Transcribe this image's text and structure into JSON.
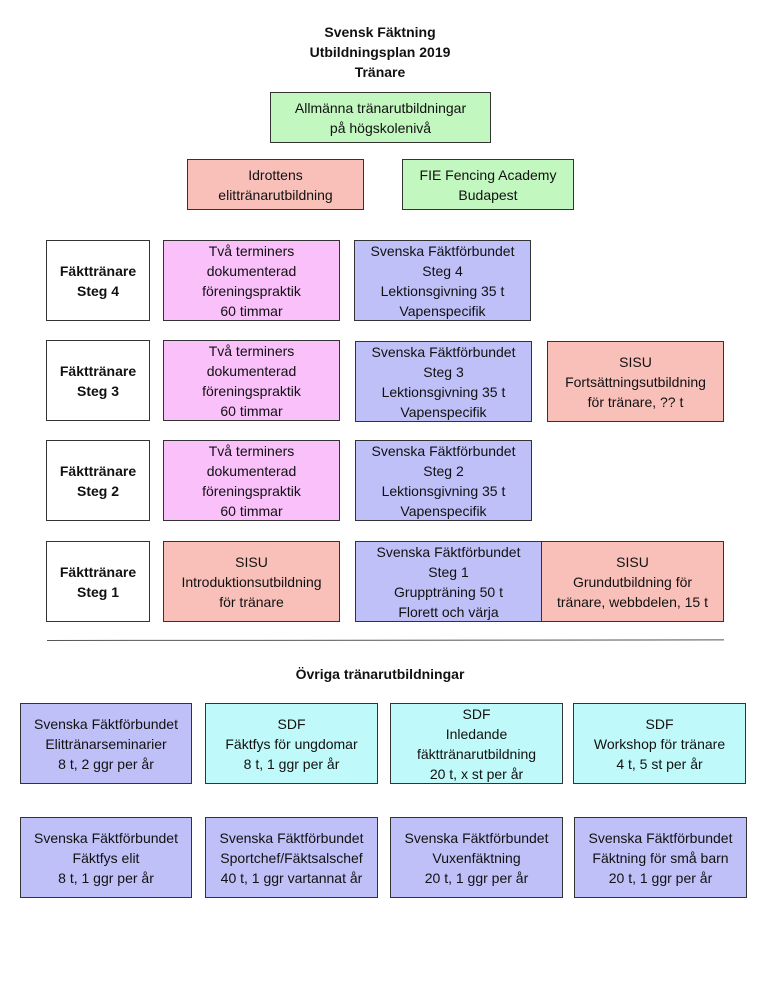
{
  "header": {
    "line1": "Svensk Fäktning",
    "line2": "Utbildningsplan 2019",
    "line3": "Tränare"
  },
  "top": {
    "university": [
      "Allmänna tränarutbildningar",
      "på högskolenivå"
    ],
    "elite": [
      "Idrottens",
      "elittränarutbildning"
    ],
    "fie": [
      "FIE Fencing Academy",
      "Budapest"
    ]
  },
  "steps": [
    {
      "label": [
        "Fäkttränare",
        "Steg 4"
      ],
      "practice": [
        "Två terminers",
        "dokumenterad",
        "föreningspraktik",
        "60 timmar"
      ],
      "sff": [
        "Svenska Fäktförbundet",
        "Steg 4",
        "Lektionsgivning 35 t",
        "Vapenspecifik"
      ]
    },
    {
      "label": [
        "Fäkttränare",
        "Steg 3"
      ],
      "practice": [
        "Två terminers",
        "dokumenterad",
        "föreningspraktik",
        "60 timmar"
      ],
      "sff": [
        "Svenska Fäktförbundet",
        "Steg 3",
        "Lektionsgivning 35 t",
        "Vapenspecifik"
      ],
      "sisu": [
        "SISU",
        "Fortsättningsutbildning",
        "för tränare, ?? t"
      ]
    },
    {
      "label": [
        "Fäkttränare",
        "Steg 2"
      ],
      "practice": [
        "Två terminers",
        "dokumenterad",
        "föreningspraktik",
        "60 timmar"
      ],
      "sff": [
        "Svenska Fäktförbundet",
        "Steg 2",
        "Lektionsgivning 35 t",
        "Vapenspecifik"
      ]
    },
    {
      "label": [
        "Fäkttränare",
        "Steg 1"
      ],
      "practice": [
        "SISU",
        "Introduktionsutbildning",
        "för tränare"
      ],
      "sff": [
        "Svenska Fäktförbundet",
        "Steg 1",
        "Gruppträning 50 t",
        "Florett och värja"
      ],
      "sisu": [
        "SISU",
        "Grundutbildning för",
        "tränare, webbdelen, 15 t"
      ]
    }
  ],
  "other_title": "Övriga tränarutbildningar",
  "other_row1": [
    {
      "color": "#c0c0f9",
      "lines": [
        "Svenska Fäktförbundet",
        "Elittränarseminarier",
        "8 t,  2 ggr per år"
      ]
    },
    {
      "color": "#c0f9f9",
      "lines": [
        "SDF",
        "Fäktfys för ungdomar",
        "8 t, 1 ggr per år"
      ]
    },
    {
      "color": "#c0f9f9",
      "lines": [
        "SDF",
        "Inledande",
        "fäkttränarutbildning",
        "20 t, x st per år"
      ]
    },
    {
      "color": "#c0f9f9",
      "lines": [
        "SDF",
        "Workshop för tränare",
        "4 t, 5 st per år"
      ]
    }
  ],
  "other_row2": [
    {
      "color": "#c0c0f9",
      "lines": [
        "Svenska Fäktförbundet",
        "Fäktfys elit",
        "8 t,  1 ggr per år"
      ]
    },
    {
      "color": "#c0c0f9",
      "lines": [
        "Svenska Fäktförbundet",
        "Sportchef/Fäktsalschef",
        "40 t,  1 ggr vartannat år"
      ]
    },
    {
      "color": "#c0c0f9",
      "lines": [
        "Svenska Fäktförbundet",
        "Vuxenfäktning",
        "20 t,  1 ggr per år"
      ]
    },
    {
      "color": "#c0c0f9",
      "lines": [
        "Svenska Fäktförbundet",
        "Fäktning för små barn",
        "20 t,  1 ggr per år"
      ]
    }
  ]
}
